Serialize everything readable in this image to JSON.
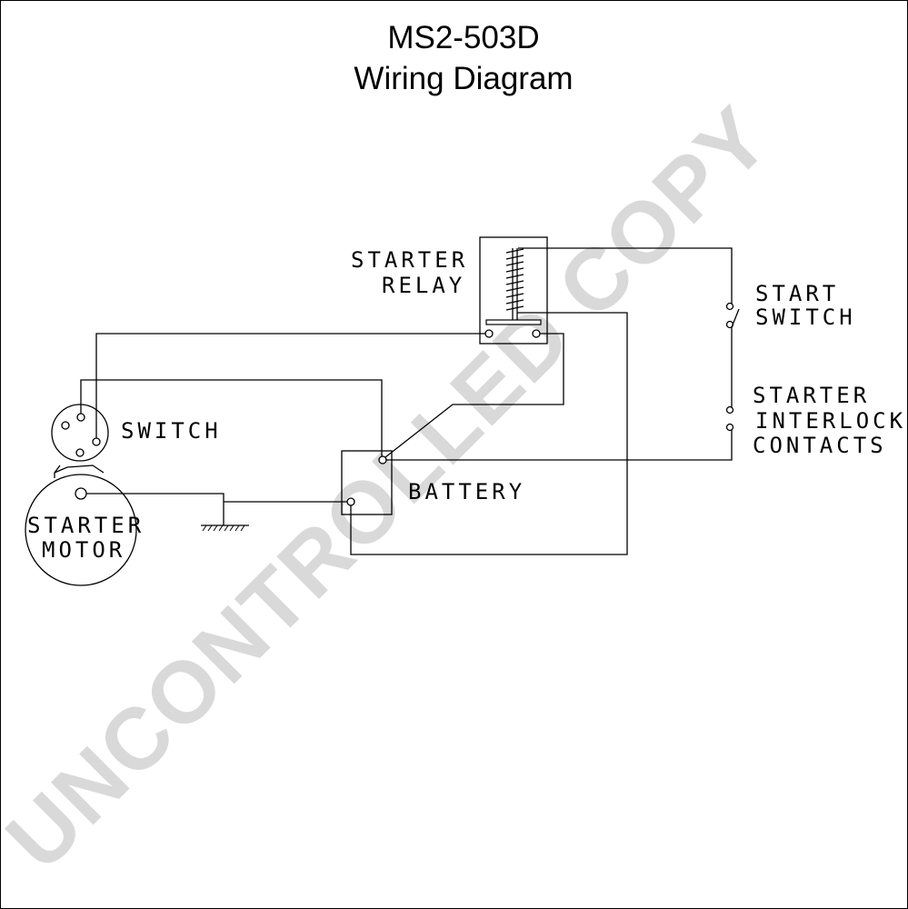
{
  "title": {
    "line1": "MS2-503D",
    "line2": "Wiring Diagram"
  },
  "watermark": "UNCONTROLLED COPY",
  "labels": {
    "starter_relay": [
      "STARTER",
      "RELAY"
    ],
    "start_switch": [
      "START",
      "SWITCH"
    ],
    "starter_interlock_contacts": [
      "STARTER",
      "INTERLOCK",
      "CONTACTS"
    ],
    "switch": "SWITCH",
    "battery": "BATTERY",
    "starter_motor": [
      "STARTER",
      "MOTOR"
    ]
  }
}
